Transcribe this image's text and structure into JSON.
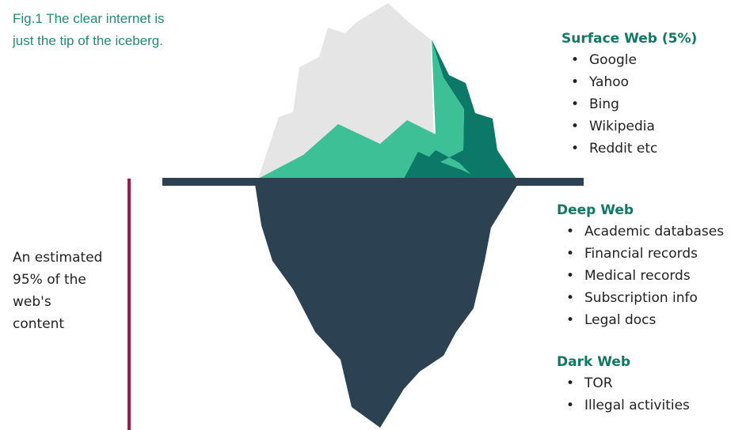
{
  "caption": {
    "line1": "Fig.1 The clear internet is",
    "line2": "just the tip of the iceberg."
  },
  "annotation": {
    "lines": [
      "An estimated",
      "95% of the",
      "web's",
      "content"
    ]
  },
  "sections": {
    "surface": {
      "title": "Surface Web (5%)",
      "items": [
        "Google",
        "Yahoo",
        "Bing",
        "Wikipedia",
        "Reddit etc"
      ]
    },
    "deep": {
      "title": "Deep Web",
      "items": [
        "Academic databases",
        "Financial records",
        "Medical records",
        "Subscription info",
        "Legal docs"
      ]
    },
    "dark": {
      "title": "Dark Web",
      "items": [
        "TOR",
        "Illegal activities"
      ]
    }
  },
  "colors": {
    "caption": "#1f8d73",
    "section_title": "#127866",
    "iceberg_snow": "#e4e5e4",
    "iceberg_light_green": "#3ec096",
    "iceberg_dark_green": "#0b7868",
    "iceberg_underwater": "#2c4253",
    "bracket": "#a3184a"
  }
}
